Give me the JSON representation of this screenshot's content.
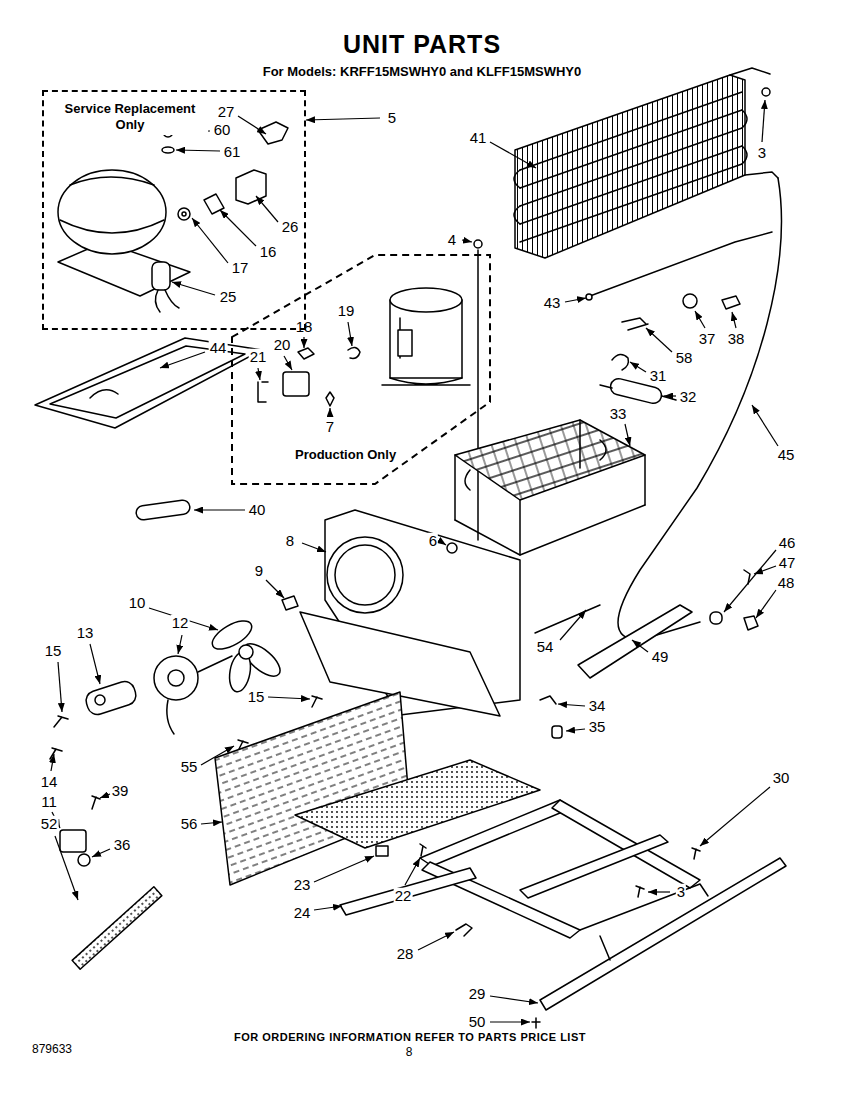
{
  "diagram": {
    "title": "UNIT PARTS",
    "caption": "FOR ORDERING INFORMATION REFER TO PARTS PRICE LIST",
    "nodes": [
      {
        "text": [
          "Service Replacement Only"
        ]
      },
      {
        "text": [
          "Production Only"
        ]
      }
    ],
    "labels": [
      "For Models: KRFF15MSWHY0 and KLFF15MSWHY0",
      "27",
      "5",
      "60",
      "41",
      "61",
      "3",
      "26",
      "4",
      "16",
      "17",
      "25",
      "43",
      "19",
      "18",
      "37",
      "38",
      "20",
      "44",
      "21",
      "58",
      "31",
      "32",
      "33",
      "7",
      "45",
      "40",
      "8",
      "6",
      "46",
      "47",
      "9",
      "48",
      "10",
      "12",
      "13",
      "54",
      "15",
      "49",
      "15",
      "34",
      "35",
      "55",
      "30",
      "14",
      "39",
      "11",
      "56",
      "52",
      "36",
      "23",
      "3",
      "22",
      "24",
      "28",
      "29",
      "50",
      "879633",
      "8"
    ]
  }
}
